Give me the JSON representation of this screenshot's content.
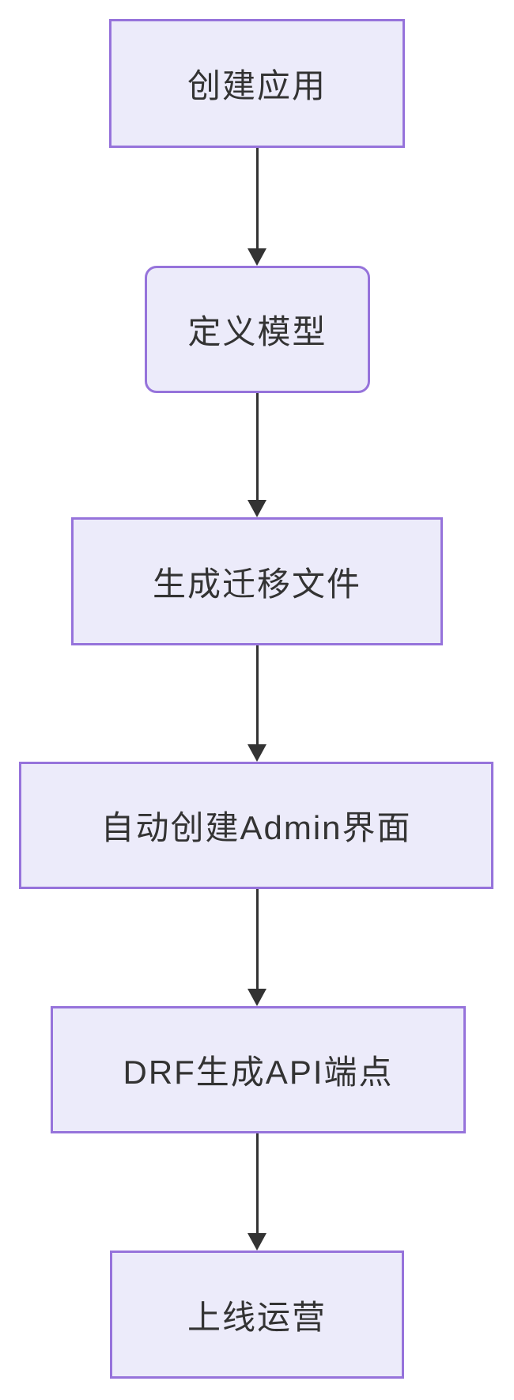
{
  "diagram": {
    "type": "flowchart",
    "direction": "top-down",
    "colors": {
      "node_border": "#9673DB",
      "node_fill": "#ECEBFA",
      "text": "#333333",
      "arrow": "#333333",
      "background": "#FFFFFF"
    },
    "nodes": [
      {
        "id": "create-app",
        "label": "创建应用",
        "shape": "rectangle"
      },
      {
        "id": "define-model",
        "label": "定义模型",
        "shape": "rounded-rectangle"
      },
      {
        "id": "generate-migrations",
        "label": "生成迁移文件",
        "shape": "rectangle"
      },
      {
        "id": "auto-admin-ui",
        "label": "自动创建Admin界面",
        "shape": "rectangle"
      },
      {
        "id": "drf-api-endpoints",
        "label": "DRF生成API端点",
        "shape": "rectangle"
      },
      {
        "id": "launch-operations",
        "label": "上线运营",
        "shape": "rectangle"
      }
    ],
    "edges": [
      {
        "from": "create-app",
        "to": "define-model"
      },
      {
        "from": "define-model",
        "to": "generate-migrations"
      },
      {
        "from": "generate-migrations",
        "to": "auto-admin-ui"
      },
      {
        "from": "auto-admin-ui",
        "to": "drf-api-endpoints"
      },
      {
        "from": "drf-api-endpoints",
        "to": "launch-operations"
      }
    ]
  }
}
